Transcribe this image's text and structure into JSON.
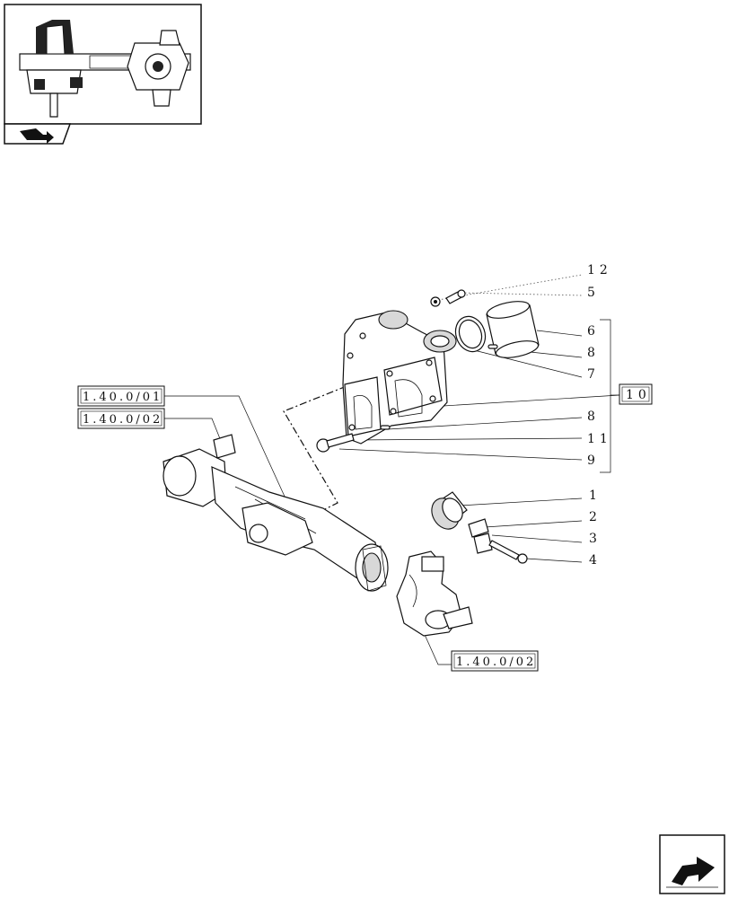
{
  "callouts": [
    {
      "id": "c12",
      "text": "12"
    },
    {
      "id": "c5",
      "text": "5"
    },
    {
      "id": "c6",
      "text": "6"
    },
    {
      "id": "c8a",
      "text": "8"
    },
    {
      "id": "c7",
      "text": "7"
    },
    {
      "id": "c8b",
      "text": "8"
    },
    {
      "id": "c11",
      "text": "11"
    },
    {
      "id": "c9",
      "text": "9"
    },
    {
      "id": "c1",
      "text": "1"
    },
    {
      "id": "c2",
      "text": "2"
    },
    {
      "id": "c3",
      "text": "3"
    },
    {
      "id": "c4",
      "text": "4"
    }
  ],
  "kit_label": "10",
  "references": {
    "ref_a": "1.40.0/01",
    "ref_b": "1.40.0/02",
    "ref_c": "1.40.0/02"
  },
  "icons": {
    "book_icon": "book-arrow-icon",
    "nav_icon": "return-arrow-icon"
  }
}
